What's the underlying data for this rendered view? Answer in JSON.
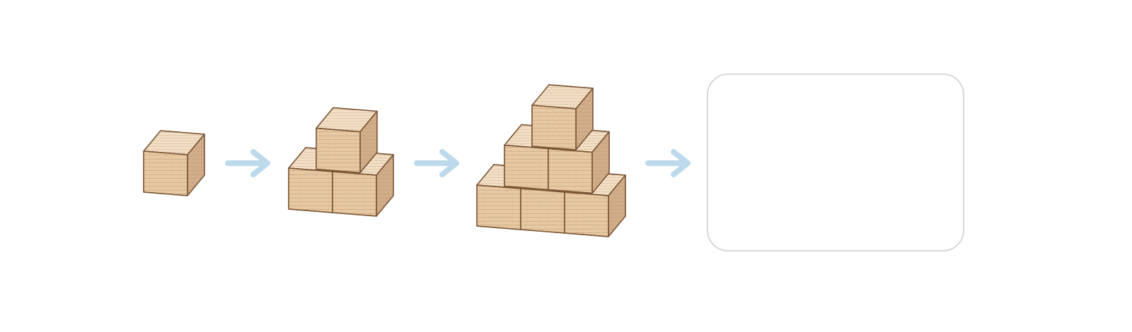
{
  "diagram": {
    "type": "block-pattern-sequence",
    "steps": [
      {
        "rows_bottom_to_top": [
          1
        ]
      },
      {
        "rows_bottom_to_top": [
          2,
          1
        ]
      },
      {
        "rows_bottom_to_top": [
          3,
          2,
          1
        ]
      }
    ],
    "next_step": "blank",
    "colors": {
      "front": "#e6c9a3",
      "top": "#f3dfc6",
      "side": "#d1ad8a",
      "outline": "#7a5535",
      "grain": "#b99670",
      "arrow": "#bcdaec",
      "answer_box_border": "#d8d8d8"
    },
    "icons": [
      "arrow-right-icon",
      "wooden-cube-icon"
    ]
  }
}
